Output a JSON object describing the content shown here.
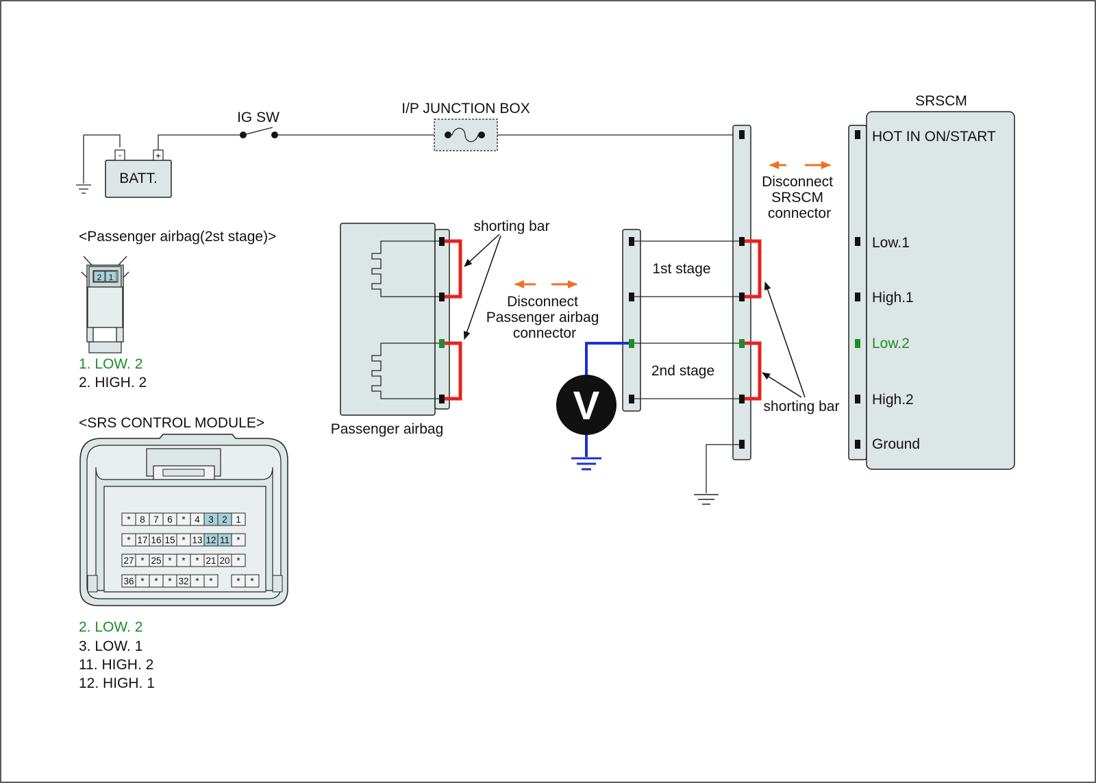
{
  "labels": {
    "ig_sw": "IG SW",
    "ip_junction_box": "I/P JUNCTION BOX",
    "srscm": "SRSCM",
    "batt": "BATT.",
    "batt_minus": "-",
    "batt_plus": "+",
    "disconnect_srscm": [
      "Disconnect",
      "SRSCM",
      "connector"
    ],
    "disconnect_airbag": [
      "Disconnect",
      "Passenger airbag",
      "connector"
    ],
    "shorting_bar_1": "shorting bar",
    "shorting_bar_2": "shorting bar",
    "first_stage": "1st stage",
    "second_stage": "2nd stage",
    "passenger_airbag": "Passenger airbag",
    "voltmeter": "V"
  },
  "srscm_terminals": [
    {
      "label": "HOT IN ON/START",
      "highlight": false
    },
    {
      "label": "Low.1",
      "highlight": false
    },
    {
      "label": "High.1",
      "highlight": false
    },
    {
      "label": "Low.2",
      "highlight": true
    },
    {
      "label": "High.2",
      "highlight": false
    },
    {
      "label": "Ground",
      "highlight": false
    }
  ],
  "airbag_connector": {
    "title": "<Passenger airbag(2st stage)>",
    "pins": [
      "2",
      "1"
    ],
    "legend": [
      {
        "text": "1. LOW. 2",
        "highlight": true
      },
      {
        "text": "2. HIGH. 2",
        "highlight": false
      }
    ]
  },
  "srs_module_connector": {
    "title": "<SRS CONTROL MODULE>",
    "rows": [
      [
        "*",
        "8",
        "7",
        "6",
        "*",
        "4",
        "3",
        "2",
        "1"
      ],
      [
        "*",
        "17",
        "16",
        "15",
        "*",
        "13",
        "12",
        "11",
        "*"
      ],
      [
        "27",
        "*",
        "25",
        "*",
        "*",
        "*",
        "21",
        "20",
        "*"
      ],
      [
        "36",
        "*",
        "*",
        "*",
        "32",
        "*",
        "*",
        "",
        "*",
        "*"
      ]
    ],
    "highlighted_pins": [
      "3",
      "2",
      "12",
      "11"
    ],
    "legend": [
      {
        "text": "2. LOW. 2",
        "highlight": true
      },
      {
        "text": "3. LOW. 1",
        "highlight": false
      },
      {
        "text": "11. HIGH. 2",
        "highlight": false
      },
      {
        "text": "12. HIGH. 1",
        "highlight": false
      }
    ]
  },
  "colors": {
    "shorting_bar": "#e8231c",
    "meter_wire": "#1a2fd6",
    "disconnect_arrow": "#f07020",
    "highlight_text": "#1f8c2a",
    "connector_fill": "#dde6e6",
    "pin_highlight": "#a9d0d8"
  }
}
